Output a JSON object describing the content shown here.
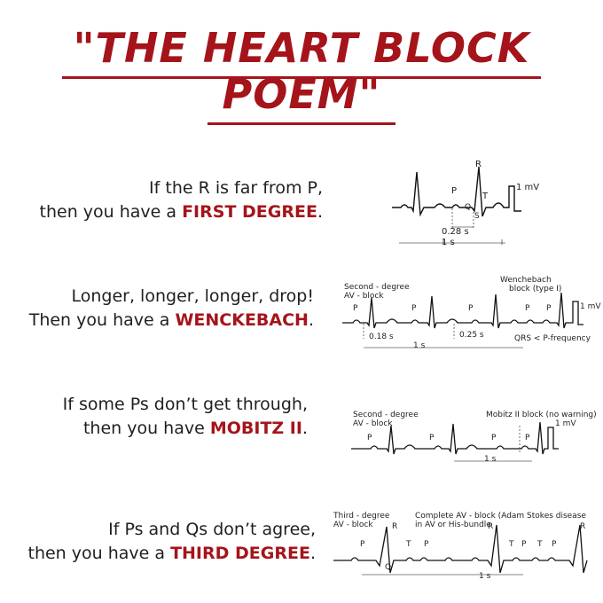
{
  "title": {
    "line1": "\"THE HEART BLOCK",
    "line2": "POEM\""
  },
  "colors": {
    "accent": "#a5141b",
    "text": "#1f1f1f",
    "trace": "#111111"
  },
  "verses": [
    {
      "line1": "If the R is far from P,",
      "line2_pre": "then you have a ",
      "keyword": "FIRST DEGREE",
      "line2_post": ".",
      "ecg": {
        "labels": {
          "R": "R",
          "P": "P",
          "T": "T",
          "Q": "Q",
          "S": "S",
          "cal": "1 mV",
          "pr": "0.28 s",
          "sec": "1 s"
        }
      }
    },
    {
      "line1": "Longer, longer, longer, drop!",
      "line2_pre": "Then you have a ",
      "keyword": "WENCKEBACH",
      "line2_post": ".",
      "ecg": {
        "labels": {
          "block1": "Second - degree",
          "block2": "AV - block",
          "wenck1": "Wenchebach",
          "wenck2": "block (type I)",
          "p": "P",
          "cal": "1 mV",
          "pr1": "0.18  s",
          "pr2": "0.25  s",
          "sec": "1 s",
          "qrs": "QRS < P-frequency"
        }
      }
    },
    {
      "line1": "If some Ps don’t get through,",
      "line2_pre": "then you have ",
      "keyword": "MOBITZ II",
      "line2_post": ".",
      "ecg": {
        "labels": {
          "block1": "Second - degree",
          "block2": "AV - block",
          "mobitz": "Mobitz II block (no warning)",
          "p": "P",
          "cal": "1 mV",
          "sec": "1 s"
        }
      }
    },
    {
      "line1": "If Ps and Qs don’t agree,",
      "line2_pre": "then you have a ",
      "keyword": "THIRD DEGREE",
      "line2_post": ".",
      "ecg": {
        "labels": {
          "block1": "Third - degree",
          "block2": "AV - block",
          "comp1": "Complete  AV - block (Adam Stokes disease",
          "comp2": "in AV or His-bundle",
          "R": "R",
          "P": "P",
          "T": "T",
          "Q": "Q",
          "sec": "1 s"
        }
      }
    }
  ]
}
